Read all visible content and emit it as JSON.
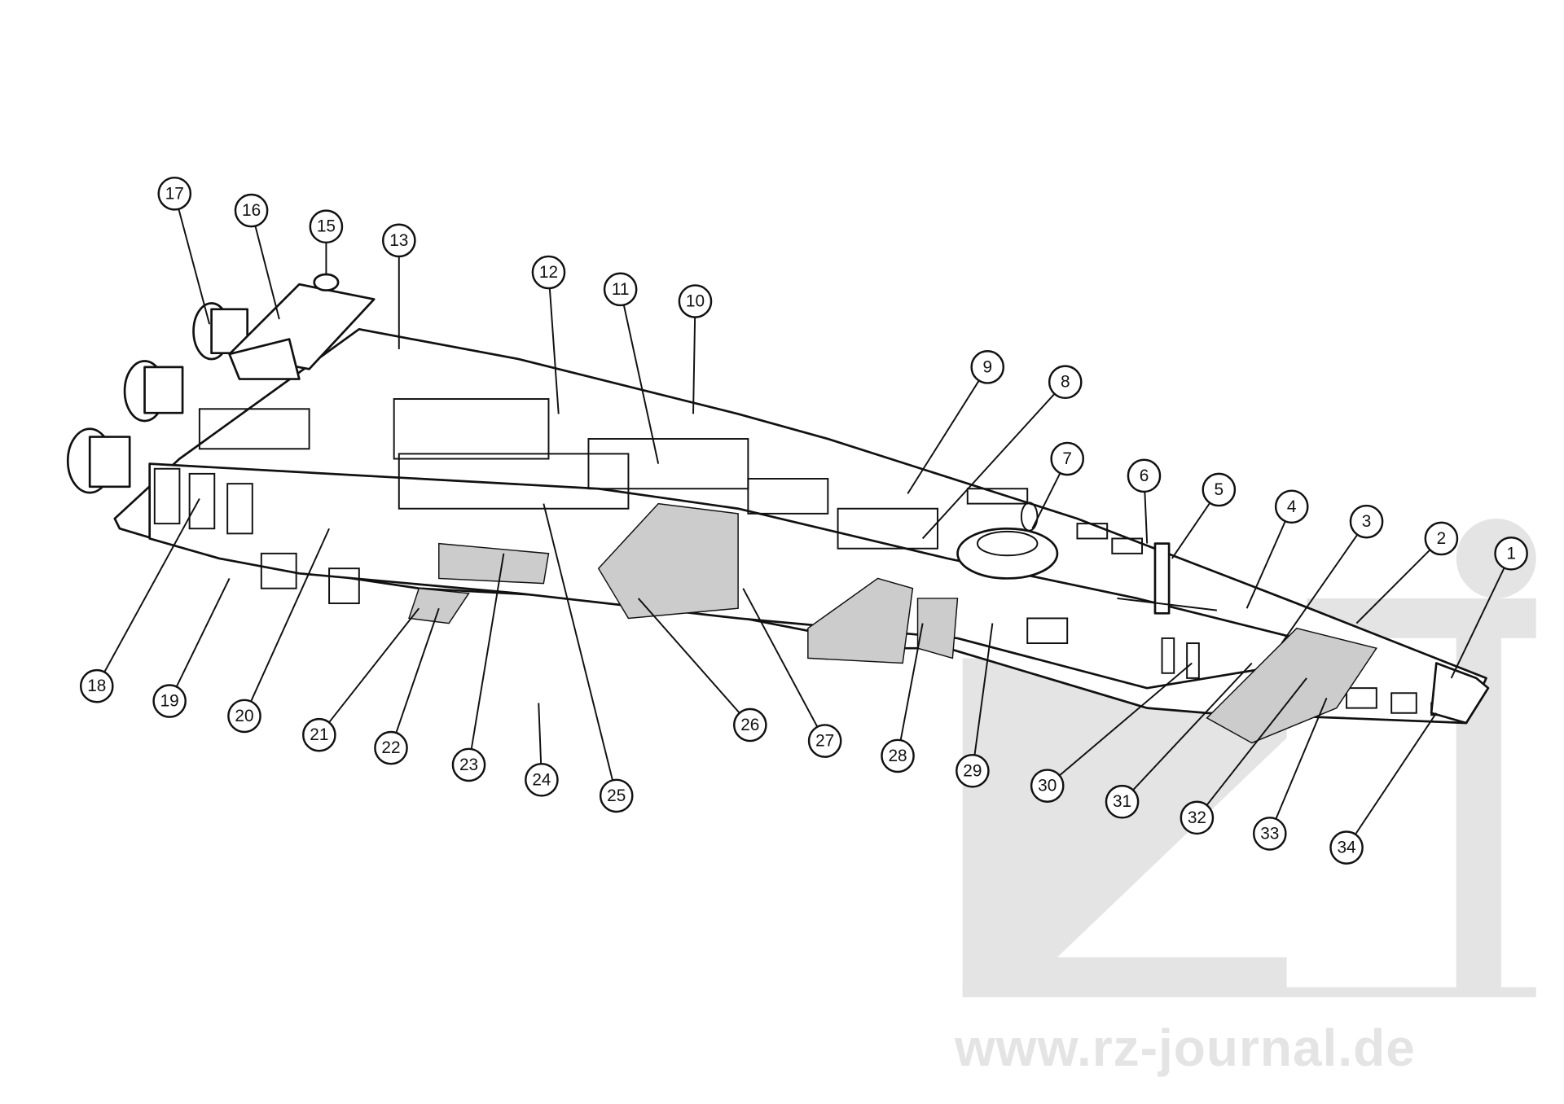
{
  "watermark": {
    "text": "www.rz-journal.de",
    "logo": "rz"
  },
  "callouts": [
    "1",
    "2",
    "3",
    "4",
    "5",
    "6",
    "7",
    "8",
    "9",
    "10",
    "11",
    "12",
    "13",
    "15",
    "16",
    "17",
    "18",
    "19",
    "20",
    "21",
    "22",
    "23",
    "24",
    "25",
    "26",
    "27",
    "28",
    "29",
    "30",
    "31",
    "32",
    "33",
    "34"
  ]
}
